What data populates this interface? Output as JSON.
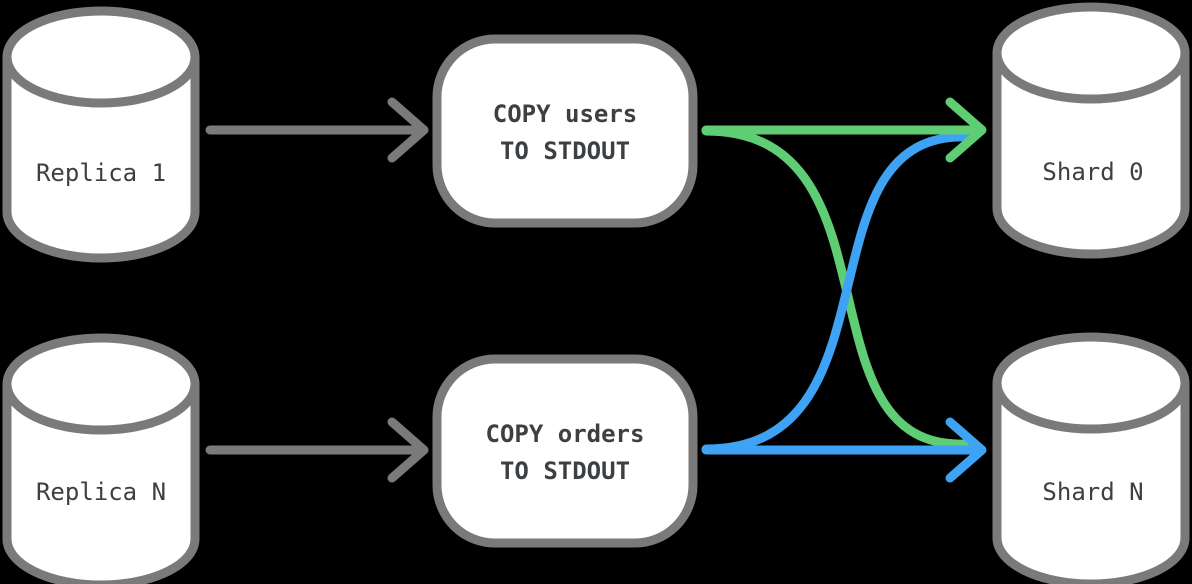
{
  "diagram": {
    "type": "flow-diagram",
    "description": "Logical replication fan-out: per-table COPY streams from replicas routed across shards",
    "background": "#000000",
    "colors": {
      "node_outline": "#7a7a7a",
      "node_fill": "#ffffff",
      "label_text": "#3c4043",
      "arrow_gray": "#7a7a7a",
      "flow_green": "#5fcd74",
      "flow_blue": "#3ea3f5"
    },
    "sources": [
      {
        "label": "Replica 1"
      },
      {
        "label": "Replica N"
      }
    ],
    "processes": [
      {
        "line1": "COPY users",
        "line2": "TO STDOUT"
      },
      {
        "line1": "COPY orders",
        "line2": "TO STDOUT"
      }
    ],
    "targets": [
      {
        "label": "Shard 0"
      },
      {
        "label": "Shard N"
      }
    ],
    "edges": [
      {
        "from": "Replica 1",
        "to": "COPY users TO STDOUT",
        "color": "gray",
        "style": "straight-arrow"
      },
      {
        "from": "Replica N",
        "to": "COPY orders TO STDOUT",
        "color": "gray",
        "style": "straight-arrow"
      },
      {
        "from": "COPY users TO STDOUT",
        "to": "Shard 0",
        "color": "green",
        "style": "straight-arrow"
      },
      {
        "from": "COPY users TO STDOUT",
        "to": "Shard N",
        "color": "green",
        "style": "curved-cross"
      },
      {
        "from": "COPY orders TO STDOUT",
        "to": "Shard N",
        "color": "blue",
        "style": "straight-arrow"
      },
      {
        "from": "COPY orders TO STDOUT",
        "to": "Shard 0",
        "color": "blue",
        "style": "curved-cross"
      }
    ]
  }
}
